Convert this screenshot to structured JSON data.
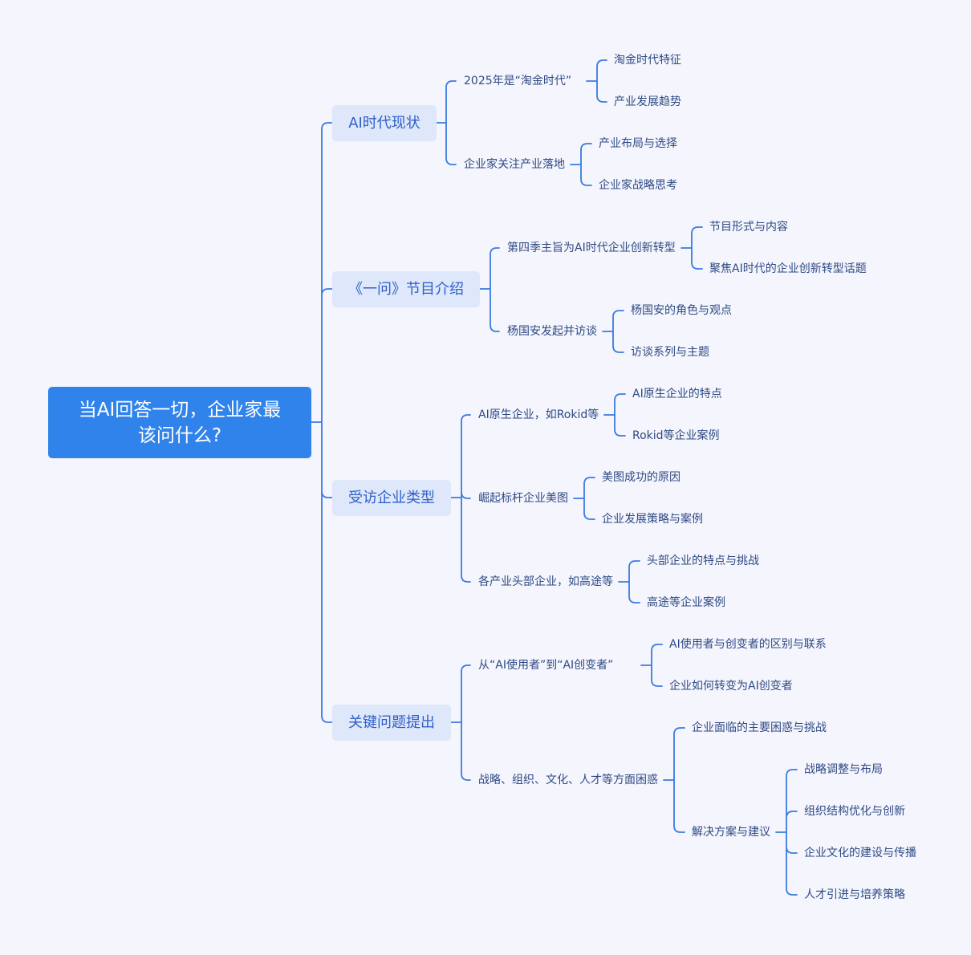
{
  "root": {
    "line1": "当AI回答一切，企业家最",
    "line2": "该问什么?"
  },
  "branches": [
    {
      "label": "AI时代现状",
      "children": [
        {
          "label": "2025年是“淘金时代”",
          "children": [
            {
              "label": "淘金时代特征"
            },
            {
              "label": "产业发展趋势"
            }
          ]
        },
        {
          "label": "企业家关注产业落地",
          "children": [
            {
              "label": "产业布局与选择"
            },
            {
              "label": "企业家战略思考"
            }
          ]
        }
      ]
    },
    {
      "label": "《一问》节目介绍",
      "children": [
        {
          "label": "第四季主旨为AI时代企业创新转型",
          "children": [
            {
              "label": "节目形式与内容"
            },
            {
              "label": "聚焦AI时代的企业创新转型话题"
            }
          ]
        },
        {
          "label": "杨国安发起并访谈",
          "children": [
            {
              "label": "杨国安的角色与观点"
            },
            {
              "label": "访谈系列与主题"
            }
          ]
        }
      ]
    },
    {
      "label": "受访企业类型",
      "children": [
        {
          "label": "AI原生企业，如Rokid等",
          "children": [
            {
              "label": "AI原生企业的特点"
            },
            {
              "label": "Rokid等企业案例"
            }
          ]
        },
        {
          "label": "崛起标杆企业美图",
          "children": [
            {
              "label": "美图成功的原因"
            },
            {
              "label": "企业发展策略与案例"
            }
          ]
        },
        {
          "label": "各产业头部企业，如高途等",
          "children": [
            {
              "label": "头部企业的特点与挑战"
            },
            {
              "label": "高途等企业案例"
            }
          ]
        }
      ]
    },
    {
      "label": "关键问题提出",
      "children": [
        {
          "label": "从“AI使用者”到“AI创变者”",
          "children": [
            {
              "label": "AI使用者与创变者的区别与联系"
            },
            {
              "label": "企业如何转变为AI创变者"
            }
          ]
        },
        {
          "label": "战略、组织、文化、人才等方面困惑",
          "children": [
            {
              "label": "企业面临的主要困惑与挑战"
            },
            {
              "label": "解决方案与建议",
              "children": [
                {
                  "label": "战略调整与布局"
                },
                {
                  "label": "组织结构优化与创新"
                },
                {
                  "label": "企业文化的建设与传播"
                },
                {
                  "label": "人才引进与培养策略"
                }
              ]
            }
          ]
        }
      ]
    }
  ],
  "colors": {
    "background": "#f4f5fd",
    "root": "#3183ec",
    "branch_fill": "#dfe7fb",
    "line": "#3a7be0",
    "text": "#2f4a84"
  }
}
